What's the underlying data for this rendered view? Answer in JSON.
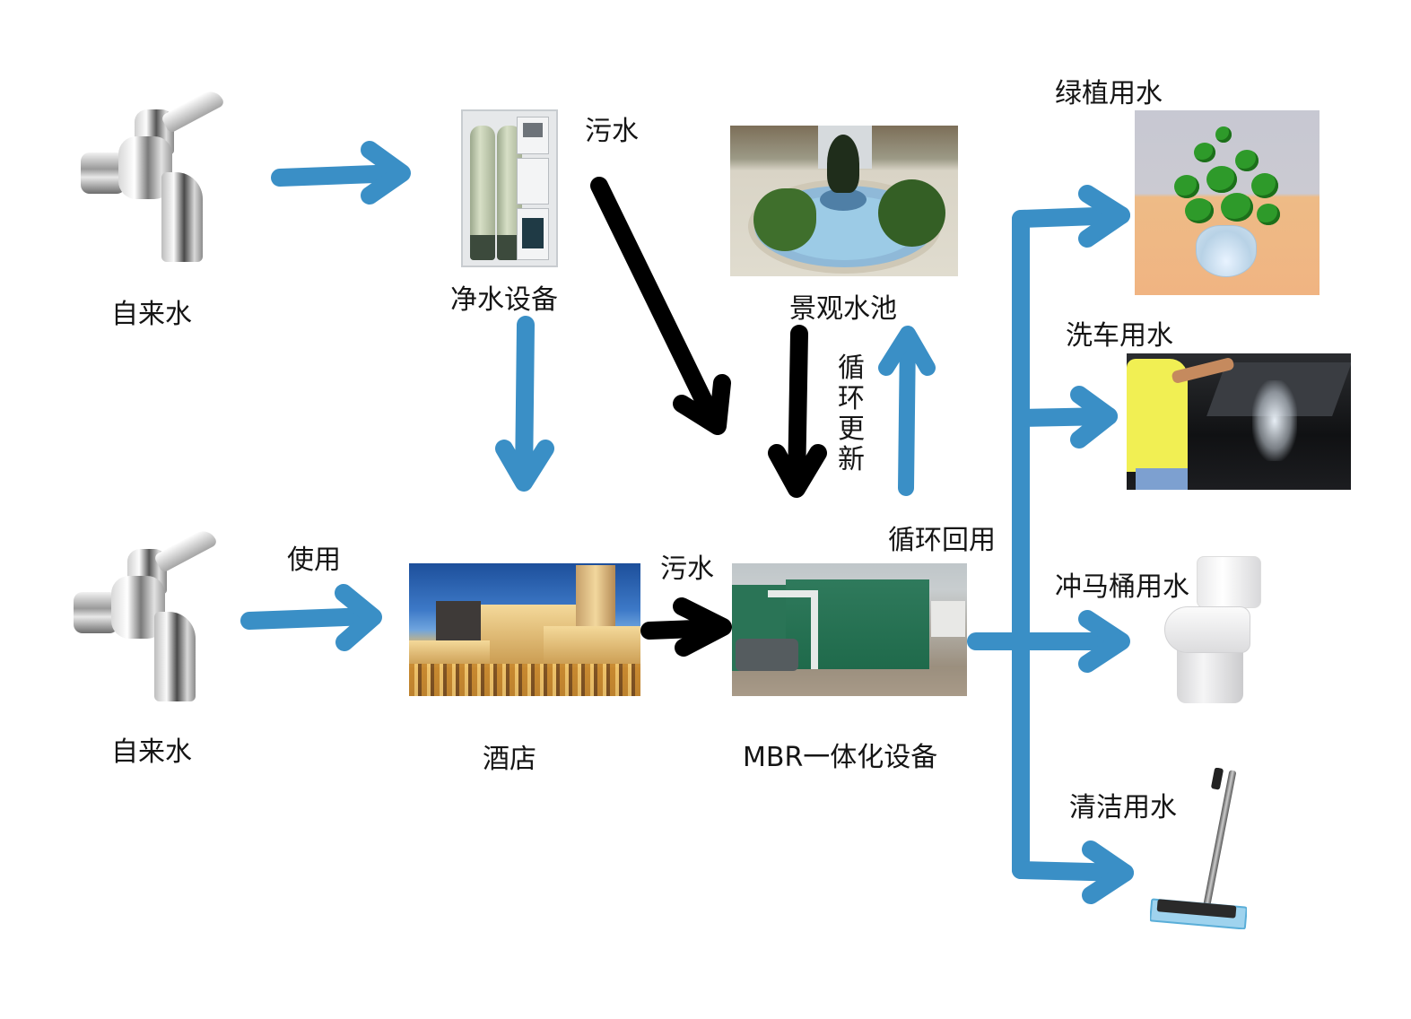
{
  "diagram": {
    "type": "water-recycling-flow",
    "colors": {
      "clean_flow": "#3a8fc6",
      "sewage_flow": "#000000",
      "text": "#151515",
      "background": "#ffffff"
    },
    "nodes": {
      "tap_top": {
        "label": "自来水",
        "icon": "faucet-icon"
      },
      "purifier": {
        "label": "净水设备",
        "icon": "water-purifier-icon"
      },
      "pond": {
        "label": "景观水池",
        "icon": "landscape-pond-icon"
      },
      "tap_bottom": {
        "label": "自来水",
        "icon": "faucet-icon"
      },
      "hotel": {
        "label": "酒店",
        "icon": "hotel-icon"
      },
      "mbr": {
        "label": "MBR一体化设备",
        "icon": "mbr-equipment-icon"
      },
      "plants": {
        "label": "绿植用水",
        "icon": "potted-plant-icon"
      },
      "carwash": {
        "label": "洗车用水",
        "icon": "car-wash-icon"
      },
      "toilet": {
        "label": "冲马桶用水",
        "icon": "toilet-icon"
      },
      "cleaning": {
        "label": "清洁用水",
        "icon": "mop-icon"
      }
    },
    "edge_labels": {
      "purifier_sewage": "污水",
      "pond_cycle": "循环更新",
      "tap_use": "使用",
      "hotel_sewage": "污水",
      "recycle": "循环回用"
    },
    "edges": [
      {
        "from": "tap_top",
        "to": "purifier",
        "kind": "clean"
      },
      {
        "from": "purifier",
        "to": "hotel",
        "kind": "clean"
      },
      {
        "from": "purifier",
        "to": "mbr",
        "kind": "sewage",
        "label": "污水"
      },
      {
        "from": "pond",
        "to": "mbr",
        "kind": "sewage"
      },
      {
        "from": "mbr",
        "to": "pond",
        "kind": "clean",
        "label": "循环更新"
      },
      {
        "from": "tap_bottom",
        "to": "hotel",
        "kind": "clean",
        "label": "使用"
      },
      {
        "from": "hotel",
        "to": "mbr",
        "kind": "sewage",
        "label": "污水"
      },
      {
        "from": "mbr",
        "to": "plants",
        "kind": "clean",
        "label": "循环回用"
      },
      {
        "from": "mbr",
        "to": "carwash",
        "kind": "clean"
      },
      {
        "from": "mbr",
        "to": "toilet",
        "kind": "clean"
      },
      {
        "from": "mbr",
        "to": "cleaning",
        "kind": "clean"
      }
    ]
  }
}
